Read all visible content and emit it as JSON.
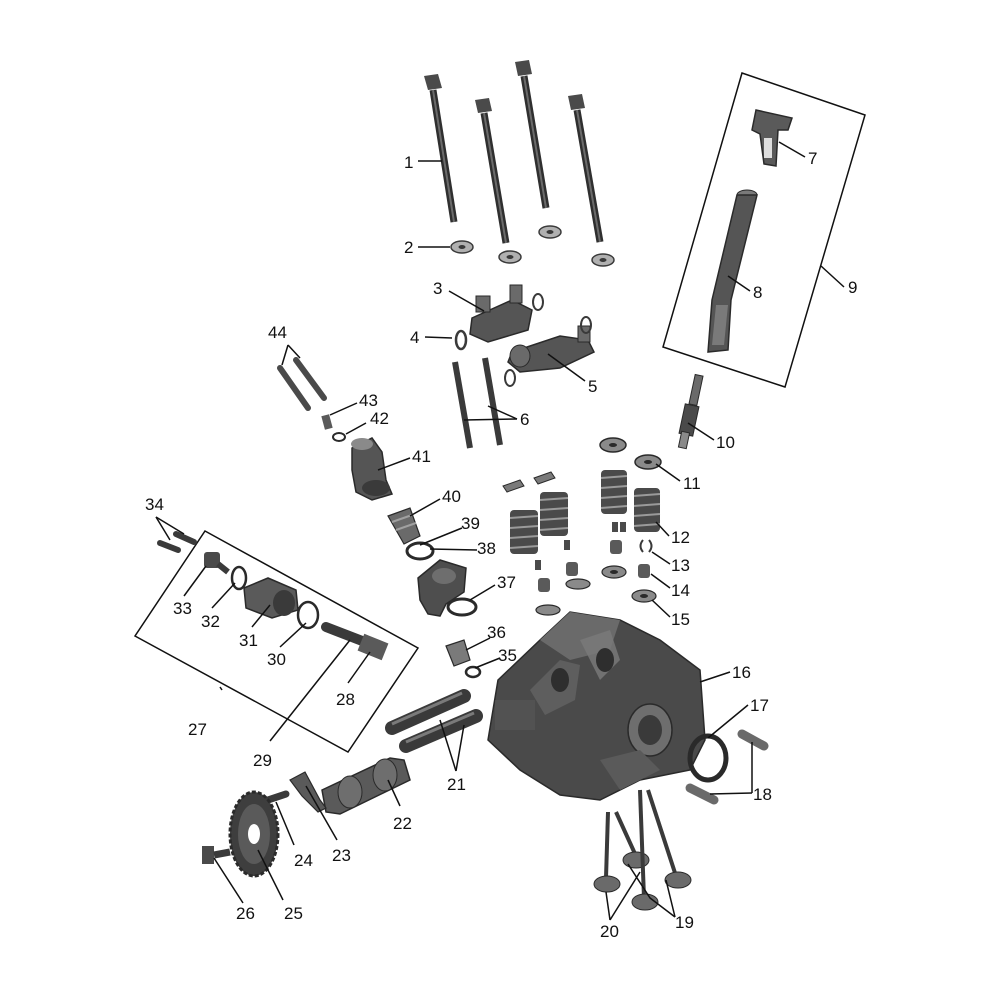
{
  "diagram": {
    "labels": {
      "l1": "1",
      "l2": "2",
      "l3": "3",
      "l4": "4",
      "l5": "5",
      "l6": "6",
      "l7": "7",
      "l8": "8",
      "l9": "9",
      "l10": "10",
      "l11": "11",
      "l12": "12",
      "l13": "13",
      "l14": "14",
      "l15": "15",
      "l16": "16",
      "l17": "17",
      "l18": "18",
      "l19": "19",
      "l20": "20",
      "l21": "21",
      "l22": "22",
      "l23": "23",
      "l24": "24",
      "l25": "25",
      "l26": "26",
      "l27": "27",
      "l28": "28",
      "l29": "29",
      "l30": "30",
      "l31": "31",
      "l32": "32",
      "l33": "33",
      "l34": "34",
      "l35": "35",
      "l36": "36",
      "l37": "37",
      "l38": "38",
      "l39": "39",
      "l40": "40",
      "l41": "41",
      "l42": "42",
      "l43": "43",
      "l44": "44"
    },
    "colors": {
      "part_dark": "#3d3d3d",
      "part_mid": "#5a5a5a",
      "part_light": "#8c8c8c",
      "part_highlight": "#b5b5b5",
      "line": "#111111"
    }
  }
}
